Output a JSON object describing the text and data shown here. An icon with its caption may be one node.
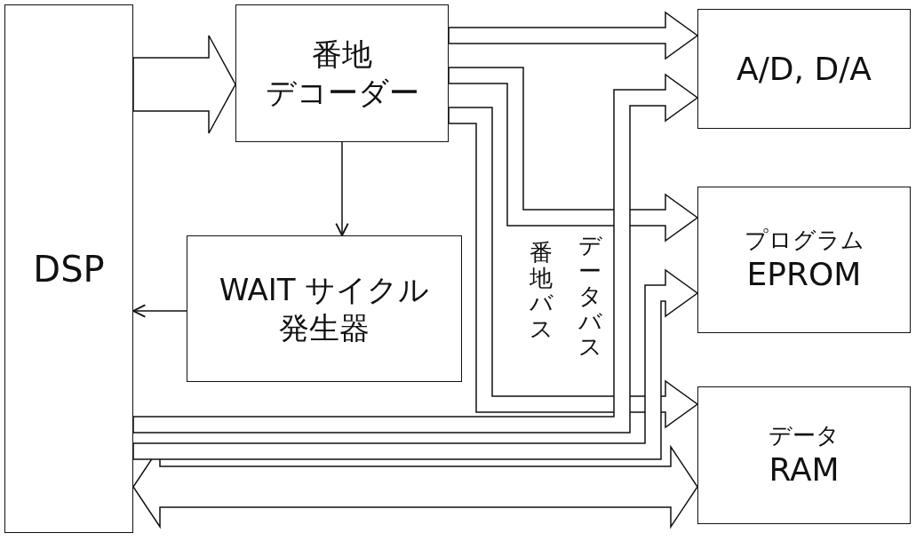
{
  "diagram": {
    "nodes": [
      {
        "text": [
          "DSP"
        ]
      },
      {
        "text": [
          "番地",
          "デコーダー"
        ]
      },
      {
        "text": [
          "WAIT サイクル",
          "発生器"
        ]
      },
      {
        "text": [
          "A/D, D/A"
        ]
      },
      {
        "text": [
          "プログラム",
          "EPROM"
        ]
      },
      {
        "text": [
          "データ",
          "RAM"
        ]
      }
    ],
    "edges": [
      {
        "from": 0,
        "to": 1,
        "arrow": "to"
      },
      {
        "from": 1,
        "to": 2,
        "arrow": "to"
      },
      {
        "from": 2,
        "to": 0,
        "arrow": "to"
      },
      {
        "from": 1,
        "to": 3,
        "arrow": "to"
      },
      {
        "from": 1,
        "to": 4,
        "arrow": "to"
      },
      {
        "from": 1,
        "to": 5,
        "arrow": "to"
      },
      {
        "from": 0,
        "to": 5,
        "arrow": "both"
      },
      {
        "from": 0,
        "to": 3,
        "arrow": "to"
      },
      {
        "from": 0,
        "to": 4,
        "arrow": "to"
      }
    ],
    "labels": [
      "番地バス",
      "データバス"
    ]
  }
}
